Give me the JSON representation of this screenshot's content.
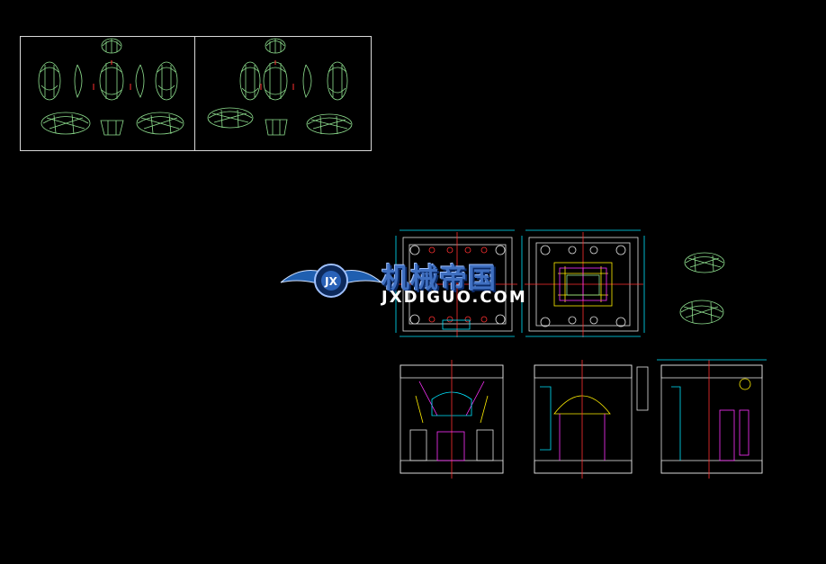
{
  "watermark": {
    "brand_cn": "机械帝国",
    "brand_en": "JXDIGUO.COM",
    "emblem_text": "JX"
  },
  "top_views": {
    "left_caption": "",
    "right_caption": ""
  },
  "drawing_notes": {
    "title": "",
    "lines": []
  },
  "colors": {
    "background": "#000000",
    "part": "#8fe08f",
    "frame": "#d8d8d8",
    "cyan": "#00e5ff",
    "red": "#ff3030",
    "yellow": "#ffee00",
    "magenta": "#ff33ff"
  }
}
